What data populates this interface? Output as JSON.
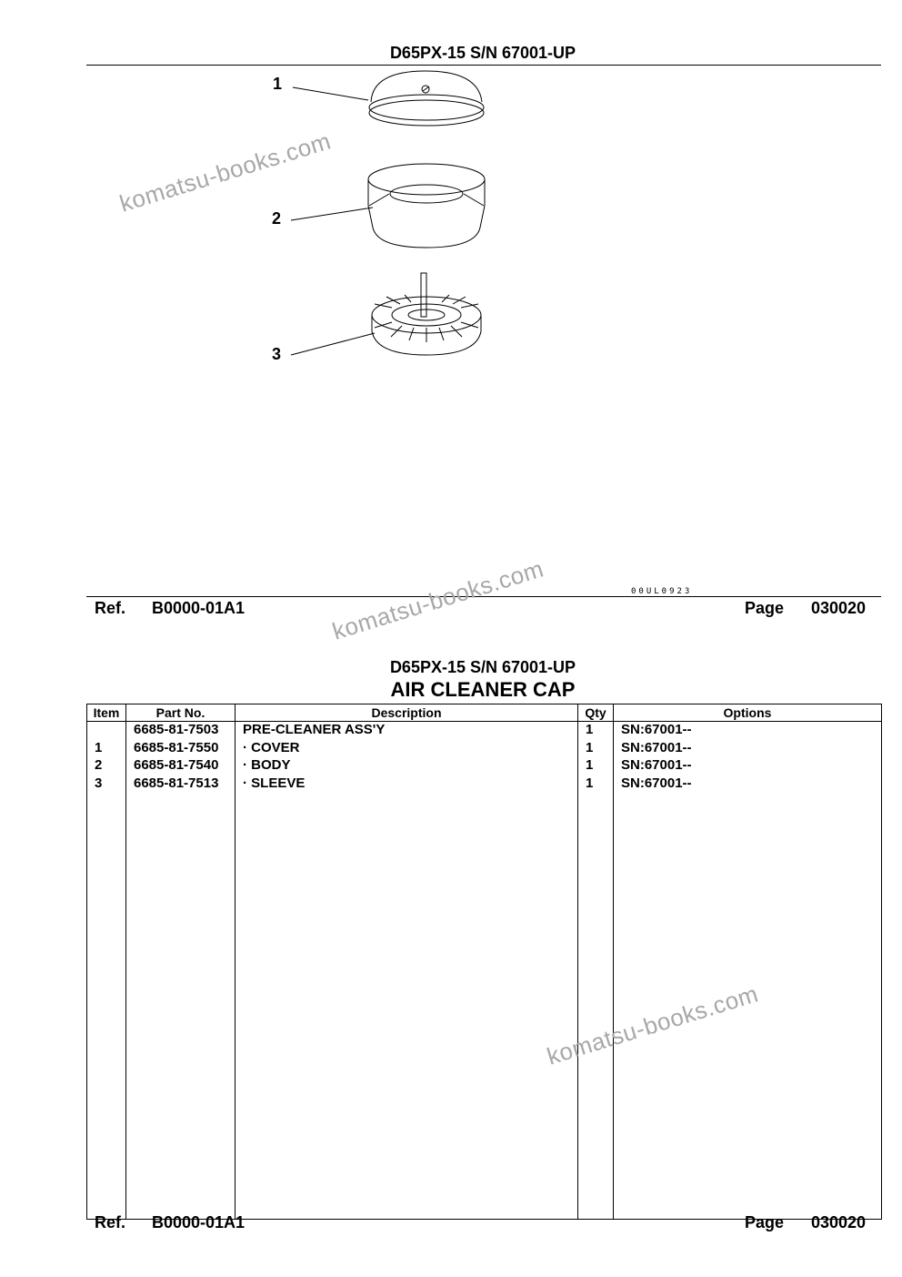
{
  "page_header": "D65PX-15 S/N 67001-UP",
  "illustration": {
    "callouts": [
      "1",
      "2",
      "3"
    ],
    "illustration_number": "00UL0923"
  },
  "watermark": "komatsu-books.com",
  "footer": {
    "ref_label": "Ref.",
    "ref_code": "B0000-01A1",
    "page_label": "Page",
    "page_number": "030020"
  },
  "parts_list": {
    "model": "D65PX-15 S/N 67001-UP",
    "title": "AIR CLEANER CAP",
    "columns": [
      "Item",
      "Part No.",
      "Description",
      "Qty",
      "Options"
    ],
    "rows": [
      {
        "item": "",
        "part_no": "6685-81-7503",
        "description": "PRE-CLEANER ASS'Y",
        "qty": "1",
        "options": "SN:67001--"
      },
      {
        "item": "1",
        "part_no": "6685-81-7550",
        "description": "·  COVER",
        "qty": "1",
        "options": "SN:67001--"
      },
      {
        "item": "2",
        "part_no": "6685-81-7540",
        "description": "·  BODY",
        "qty": "1",
        "options": "SN:67001--"
      },
      {
        "item": "3",
        "part_no": "6685-81-7513",
        "description": "·  SLEEVE",
        "qty": "1",
        "options": "SN:67001--"
      }
    ]
  }
}
